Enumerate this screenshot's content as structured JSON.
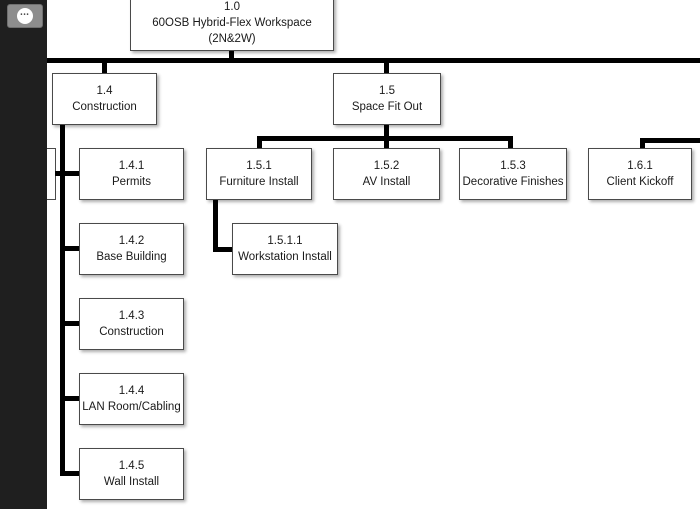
{
  "sidebar": {
    "menu_button": {
      "icon": "ellipsis-icon",
      "dots": "•••"
    }
  },
  "diagram": {
    "type": "work-breakdown-structure",
    "root": {
      "code": "1.0",
      "label": "60OSB Hybrid-Flex Workspace",
      "sublabel": "(2N&2W)"
    },
    "nodes": {
      "n14": {
        "code": "1.4",
        "label": "Construction",
        "parent": "1.0"
      },
      "n15": {
        "code": "1.5",
        "label": "Space Fit Out",
        "parent": "1.0"
      },
      "n141": {
        "code": "1.4.1",
        "label": "Permits",
        "parent": "1.4"
      },
      "n142": {
        "code": "1.4.2",
        "label": "Base Building",
        "parent": "1.4"
      },
      "n143": {
        "code": "1.4.3",
        "label": "Construction",
        "parent": "1.4"
      },
      "n144": {
        "code": "1.4.4",
        "label": "LAN Room/Cabling",
        "parent": "1.4"
      },
      "n145": {
        "code": "1.4.5",
        "label": "Wall Install",
        "parent": "1.4"
      },
      "n151": {
        "code": "1.5.1",
        "label": "Furniture Install",
        "parent": "1.5"
      },
      "n1511": {
        "code": "1.5.1.1",
        "label": "Workstation Install",
        "parent": "1.5.1"
      },
      "n152": {
        "code": "1.5.2",
        "label": "AV Install",
        "parent": "1.5"
      },
      "n153": {
        "code": "1.5.3",
        "label": "Decorative Finishes",
        "parent": "1.5"
      },
      "n161": {
        "code": "1.6.1",
        "label": "Client Kickoff",
        "parent": "1.6"
      }
    },
    "colors": {
      "connector": "#000000",
      "box_border": "#4a4a4a",
      "box_fill": "#ffffff",
      "text": "#1a1a1a",
      "sidebar_bg": "#1f1f1f",
      "menu_button_fill": "#8d8d8d"
    }
  }
}
